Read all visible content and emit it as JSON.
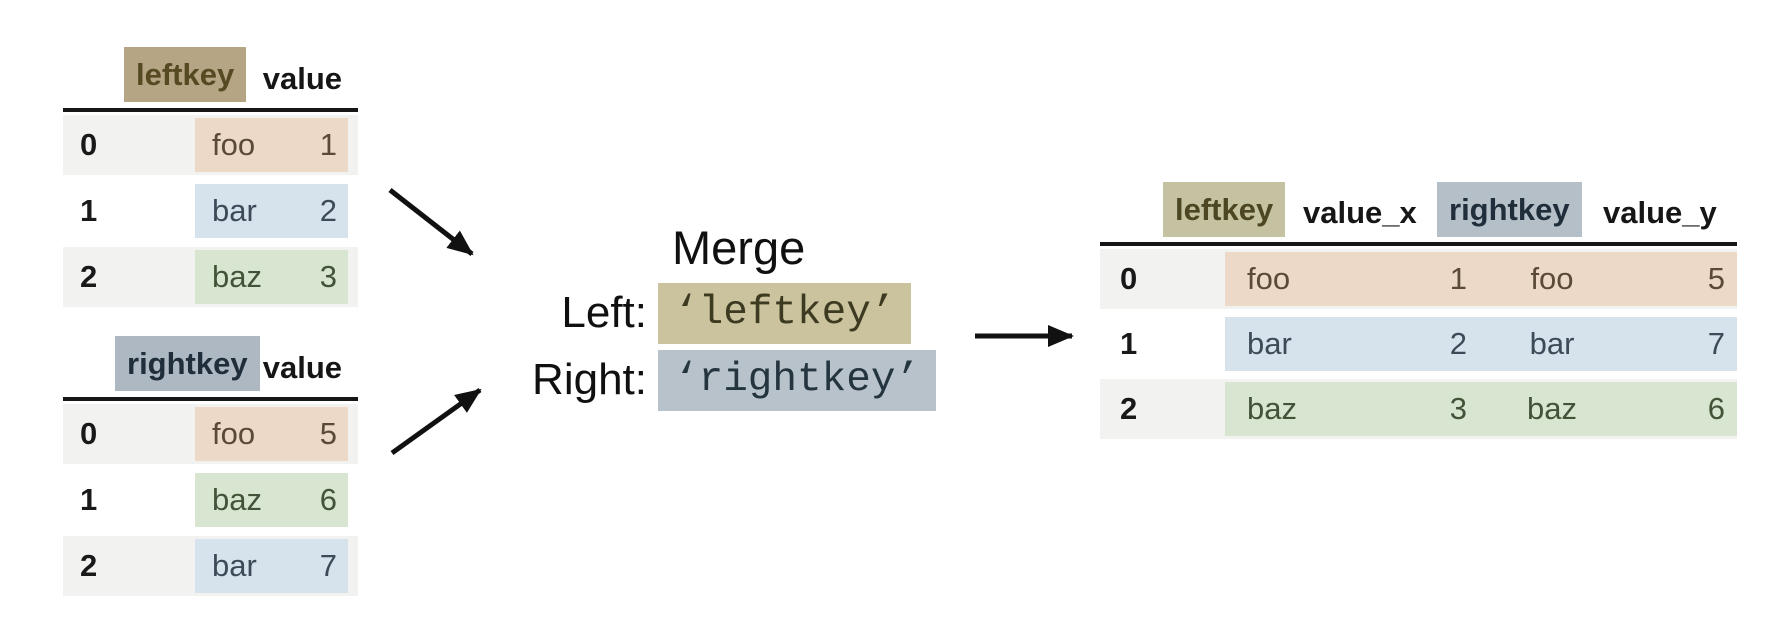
{
  "merge_panel": {
    "title": "Merge",
    "left_label": "Left:",
    "left_key": "‘leftkey’",
    "right_label": "Right:",
    "right_key": "‘rightkey’"
  },
  "left_table": {
    "key_header": "leftkey",
    "value_header": "value",
    "rows": [
      {
        "index": "0",
        "key": "foo",
        "value": "1",
        "tone": "peach"
      },
      {
        "index": "1",
        "key": "bar",
        "value": "2",
        "tone": "blue"
      },
      {
        "index": "2",
        "key": "baz",
        "value": "3",
        "tone": "green"
      }
    ]
  },
  "right_table": {
    "key_header": "rightkey",
    "value_header": "value",
    "rows": [
      {
        "index": "0",
        "key": "foo",
        "value": "5",
        "tone": "peach"
      },
      {
        "index": "1",
        "key": "baz",
        "value": "6",
        "tone": "green"
      },
      {
        "index": "2",
        "key": "bar",
        "value": "7",
        "tone": "blue"
      }
    ]
  },
  "result_table": {
    "headers": {
      "leftkey": "leftkey",
      "value_x": "value_x",
      "rightkey": "rightkey",
      "value_y": "value_y"
    },
    "rows": [
      {
        "index": "0",
        "leftkey": "foo",
        "value_x": "1",
        "rightkey": "foo",
        "value_y": "5",
        "tone": "peach"
      },
      {
        "index": "1",
        "leftkey": "bar",
        "value_x": "2",
        "rightkey": "bar",
        "value_y": "7",
        "tone": "blue"
      },
      {
        "index": "2",
        "leftkey": "baz",
        "value_x": "3",
        "rightkey": "baz",
        "value_y": "6",
        "tone": "green"
      }
    ]
  },
  "colors": {
    "left_key_highlight": "#b5a585",
    "right_key_highlight": "#adb8c2",
    "code_left_highlight": "#cac39e",
    "code_right_highlight": "#b7c2ca",
    "row_foo": "#edd9c7",
    "row_bar": "#d6e2ec",
    "row_baz": "#d8e5d0",
    "index_stripe": "#f2f3f1",
    "rule": "#161616"
  }
}
